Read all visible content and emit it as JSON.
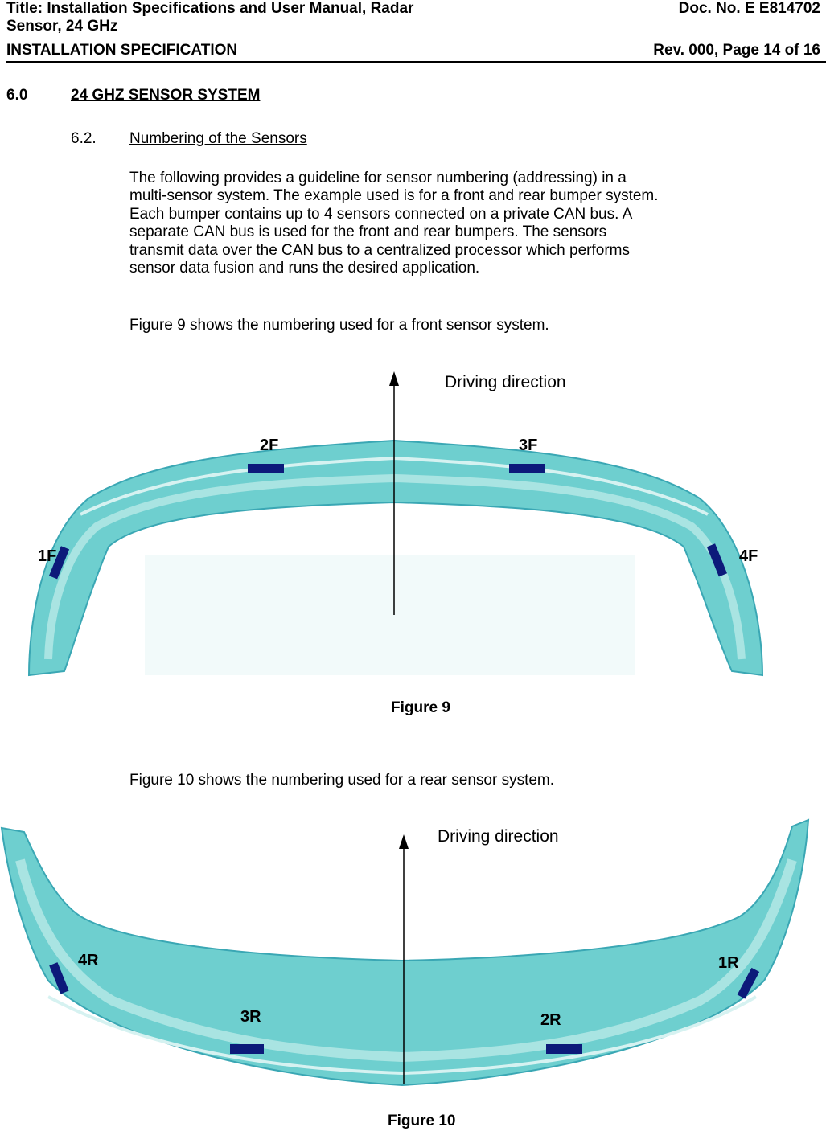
{
  "header": {
    "title_line1": "Title: Installation Specifications and User Manual, Radar",
    "title_line2": "Sensor, 24 GHz",
    "doc_no": "Doc. No.  E E814702",
    "section_label": "INSTALLATION SPECIFICATION",
    "rev_page": "Rev. 000,  Page 14 of 16"
  },
  "section": {
    "number": "6.0",
    "title": "24 GHZ SENSOR SYSTEM"
  },
  "subsection": {
    "number": "6.2.",
    "title": "Numbering of the Sensors"
  },
  "paragraphs": {
    "intro": [
      "The following provides a guideline for sensor numbering (addressing) in a",
      "multi-sensor system. The example used is for a front and rear bumper system.",
      "Each bumper contains up to 4 sensors connected on a private CAN bus. A",
      "separate CAN bus is used for the front and rear bumpers. The sensors",
      "transmit data over the CAN bus to a centralized processor which performs",
      "sensor data fusion and runs the desired application."
    ],
    "fig9_intro": "Figure 9 shows the numbering used for a front sensor system.",
    "fig10_intro": "Figure 10 shows the numbering used for a rear sensor system."
  },
  "figure9": {
    "caption": "Figure 9",
    "direction_label": "Driving direction",
    "sensors": [
      "1F",
      "2F",
      "3F",
      "4F"
    ]
  },
  "figure10": {
    "caption": "Figure 10",
    "direction_label": "Driving direction",
    "sensors": [
      "4R",
      "3R",
      "2R",
      "1R"
    ]
  },
  "colors": {
    "bumper_fill": "#6ecfcf",
    "bumper_light": "#a9e4e2",
    "bumper_edge": "#3aa7b4",
    "sensor": "#0c1a7a"
  }
}
